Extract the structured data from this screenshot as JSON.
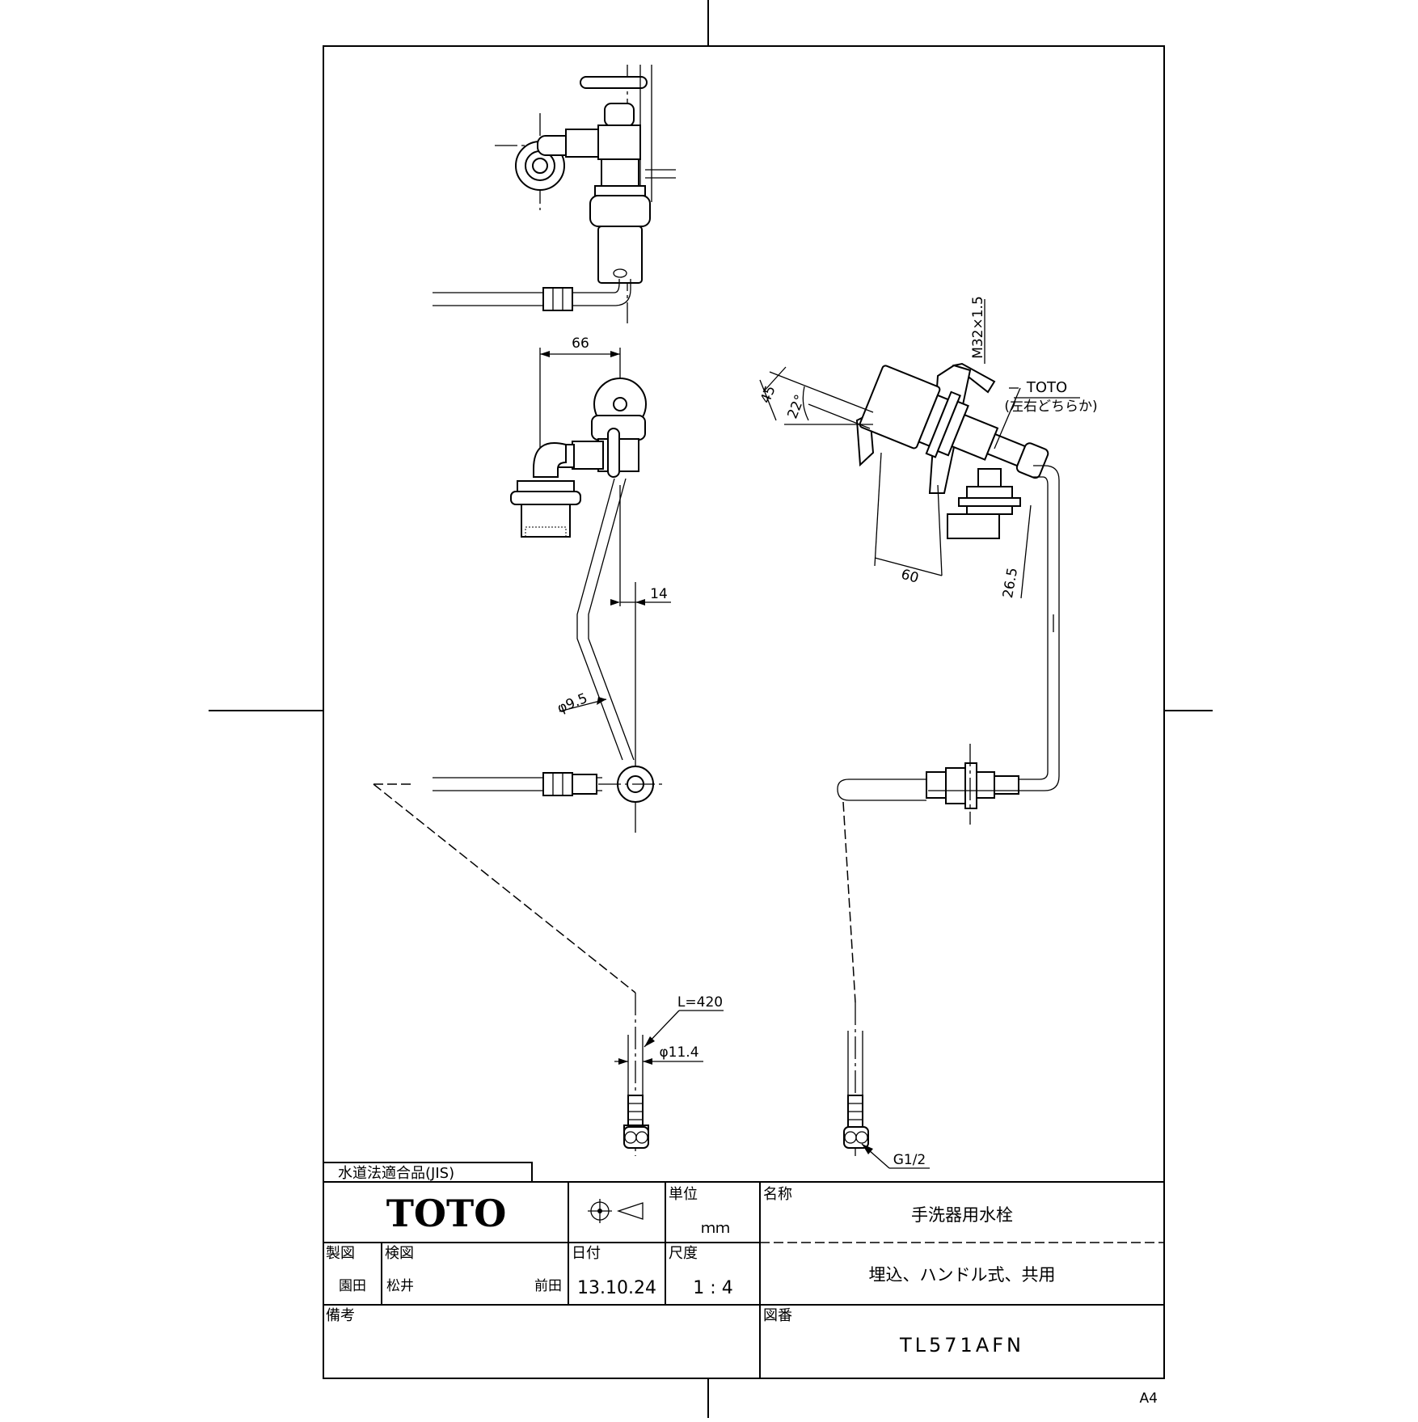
{
  "drawing": {
    "dimensions": {
      "d66": "66",
      "d14": "14",
      "phi95": "φ9.5",
      "l420": "L=420",
      "phi114": "φ11.4",
      "g12": "G1/2",
      "d45": "45",
      "d22": "22°",
      "m32": "M32×1.5",
      "d60": "60",
      "d265": "26.5"
    },
    "callouts": {
      "toto_mark": "TOTO",
      "toto_side": "(左右どちらか)"
    }
  },
  "title_block": {
    "compliance": "水道法適合品(JIS)",
    "logo": "TOTO",
    "unit_label": "単位",
    "unit_value": "ｍｍ",
    "name_label": "名称",
    "name_value": "手洗器用水栓",
    "drawn_label": "製図",
    "drawn_value": "園田",
    "checked_label": "検図",
    "checked_value_1": "松井",
    "checked_value_2": "前田",
    "date_label": "日付",
    "date_value": "13.10.24",
    "scale_label": "尺度",
    "scale_value": "1 : 4",
    "description": "埋込、ハンドル式、共用",
    "remarks_label": "備考",
    "drawing_no_label": "図番",
    "drawing_no_value": "TL571AFN",
    "paper_size": "A4"
  }
}
